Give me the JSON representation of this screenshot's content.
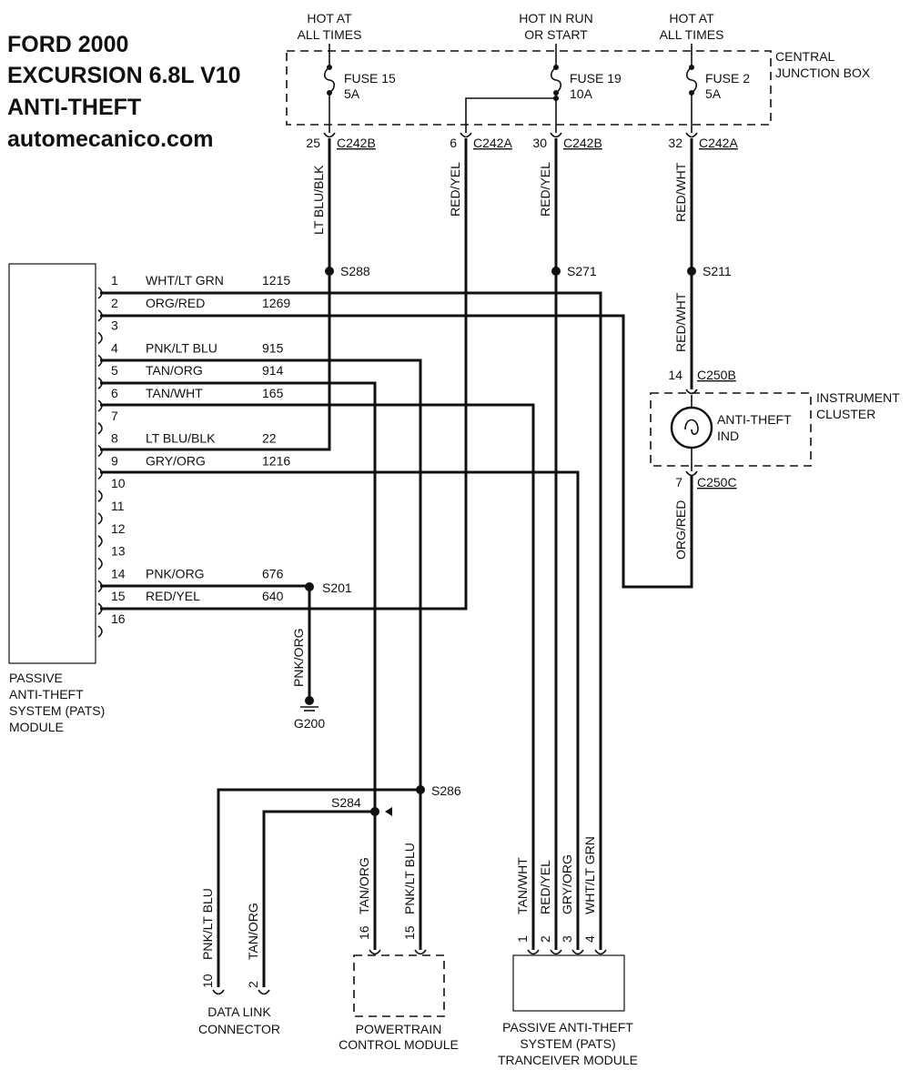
{
  "title": {
    "line1": "FORD 2000",
    "line2": "EXCURSION 6.8L V10",
    "line3": "ANTI-THEFT",
    "line4": "automecanico.com"
  },
  "power": {
    "hot_always_1": [
      "HOT AT",
      "ALL TIMES"
    ],
    "hot_run": [
      "HOT IN RUN",
      "OR START"
    ],
    "hot_always_2": [
      "HOT AT",
      "ALL TIMES"
    ]
  },
  "junction_box": {
    "label": [
      "CENTRAL",
      "JUNCTION BOX"
    ],
    "fuses": [
      {
        "name": "FUSE 15",
        "amps": "5A"
      },
      {
        "name": "FUSE 19",
        "amps": "10A"
      },
      {
        "name": "FUSE 2",
        "amps": "5A"
      }
    ]
  },
  "top_connectors": [
    {
      "pin": "25",
      "conn": "C242B",
      "wire": "LT BLU/BLK",
      "splice": "S288"
    },
    {
      "pin": "6",
      "conn": "C242A",
      "wire": "RED/YEL",
      "splice": ""
    },
    {
      "pin": "30",
      "conn": "C242B",
      "wire": "RED/YEL",
      "splice": "S271"
    },
    {
      "pin": "32",
      "conn": "C242A",
      "wire": "RED/WHT",
      "splice": "S211"
    }
  ],
  "pats_module": {
    "label": [
      "PASSIVE",
      "ANTI-THEFT",
      "SYSTEM (PATS)",
      "MODULE"
    ],
    "pins": [
      {
        "pin": "1",
        "color": "WHT/LT GRN",
        "circuit": "1215"
      },
      {
        "pin": "2",
        "color": "ORG/RED",
        "circuit": "1269"
      },
      {
        "pin": "3",
        "color": "",
        "circuit": ""
      },
      {
        "pin": "4",
        "color": "PNK/LT BLU",
        "circuit": "915"
      },
      {
        "pin": "5",
        "color": "TAN/ORG",
        "circuit": "914"
      },
      {
        "pin": "6",
        "color": "TAN/WHT",
        "circuit": "165"
      },
      {
        "pin": "7",
        "color": "",
        "circuit": ""
      },
      {
        "pin": "8",
        "color": "LT BLU/BLK",
        "circuit": "22"
      },
      {
        "pin": "9",
        "color": "GRY/ORG",
        "circuit": "1216"
      },
      {
        "pin": "10",
        "color": "",
        "circuit": ""
      },
      {
        "pin": "11",
        "color": "",
        "circuit": ""
      },
      {
        "pin": "12",
        "color": "",
        "circuit": ""
      },
      {
        "pin": "13",
        "color": "",
        "circuit": ""
      },
      {
        "pin": "14",
        "color": "PNK/ORG",
        "circuit": "676"
      },
      {
        "pin": "15",
        "color": "RED/YEL",
        "circuit": "640"
      },
      {
        "pin": "16",
        "color": "",
        "circuit": ""
      }
    ]
  },
  "ground": {
    "splice": "S201",
    "wire": "PNK/ORG",
    "name": "G200"
  },
  "instrument_cluster": {
    "label": [
      "INSTRUMENT",
      "CLUSTER"
    ],
    "indicator": [
      "ANTI-THEFT",
      "IND"
    ],
    "top_pin": "14",
    "top_conn": "C250B",
    "bottom_pin": "7",
    "bottom_conn": "C250C",
    "bottom_wire": "ORG/RED",
    "top_wire": "RED/WHT"
  },
  "splices": {
    "s284": "S284",
    "s286": "S286"
  },
  "data_link": {
    "label": [
      "DATA LINK",
      "CONNECTOR"
    ],
    "pins": [
      {
        "pin": "10",
        "wire": "PNK/LT BLU"
      },
      {
        "pin": "2",
        "wire": "TAN/ORG"
      }
    ]
  },
  "pcm": {
    "label": [
      "POWERTRAIN",
      "CONTROL MODULE"
    ],
    "pins": [
      {
        "pin": "16",
        "wire": "TAN/ORG"
      },
      {
        "pin": "15",
        "wire": "PNK/LT BLU"
      }
    ]
  },
  "transceiver": {
    "label": [
      "PASSIVE ANTI-THEFT",
      "SYSTEM (PATS)",
      "TRANCEIVER MODULE"
    ],
    "pins": [
      {
        "pin": "1",
        "wire": "TAN/WHT"
      },
      {
        "pin": "2",
        "wire": "RED/YEL"
      },
      {
        "pin": "3",
        "wire": "GRY/ORG"
      },
      {
        "pin": "4",
        "wire": "WHT/LT GRN"
      }
    ]
  }
}
